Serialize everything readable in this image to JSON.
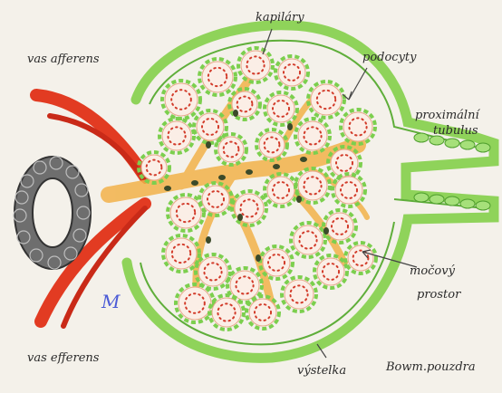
{
  "labels": {
    "vas_afferens": "vas afferens",
    "kapilary": "kapiláry",
    "podocyty": "podocyty",
    "proximalni_line1": "proximální",
    "proximalni_line2": "tubulus",
    "mocovy_line1": "močový",
    "mocovy_line2": "prostor",
    "vas_efferens": "vas efferens",
    "vystelka": "výstelka",
    "bowman": "Bowm.pouzdra",
    "signature": "M"
  },
  "colors": {
    "capsule": "#8fd35a",
    "capillary_fill": "#fbeee6",
    "capillary_dots": "#d23b2a",
    "podocyte": "#7ccf4e",
    "mesangium": "#f2b24a",
    "nuclei": "#3b4a2a",
    "artery": "#e23b22",
    "macula": "#5a5a5a"
  }
}
